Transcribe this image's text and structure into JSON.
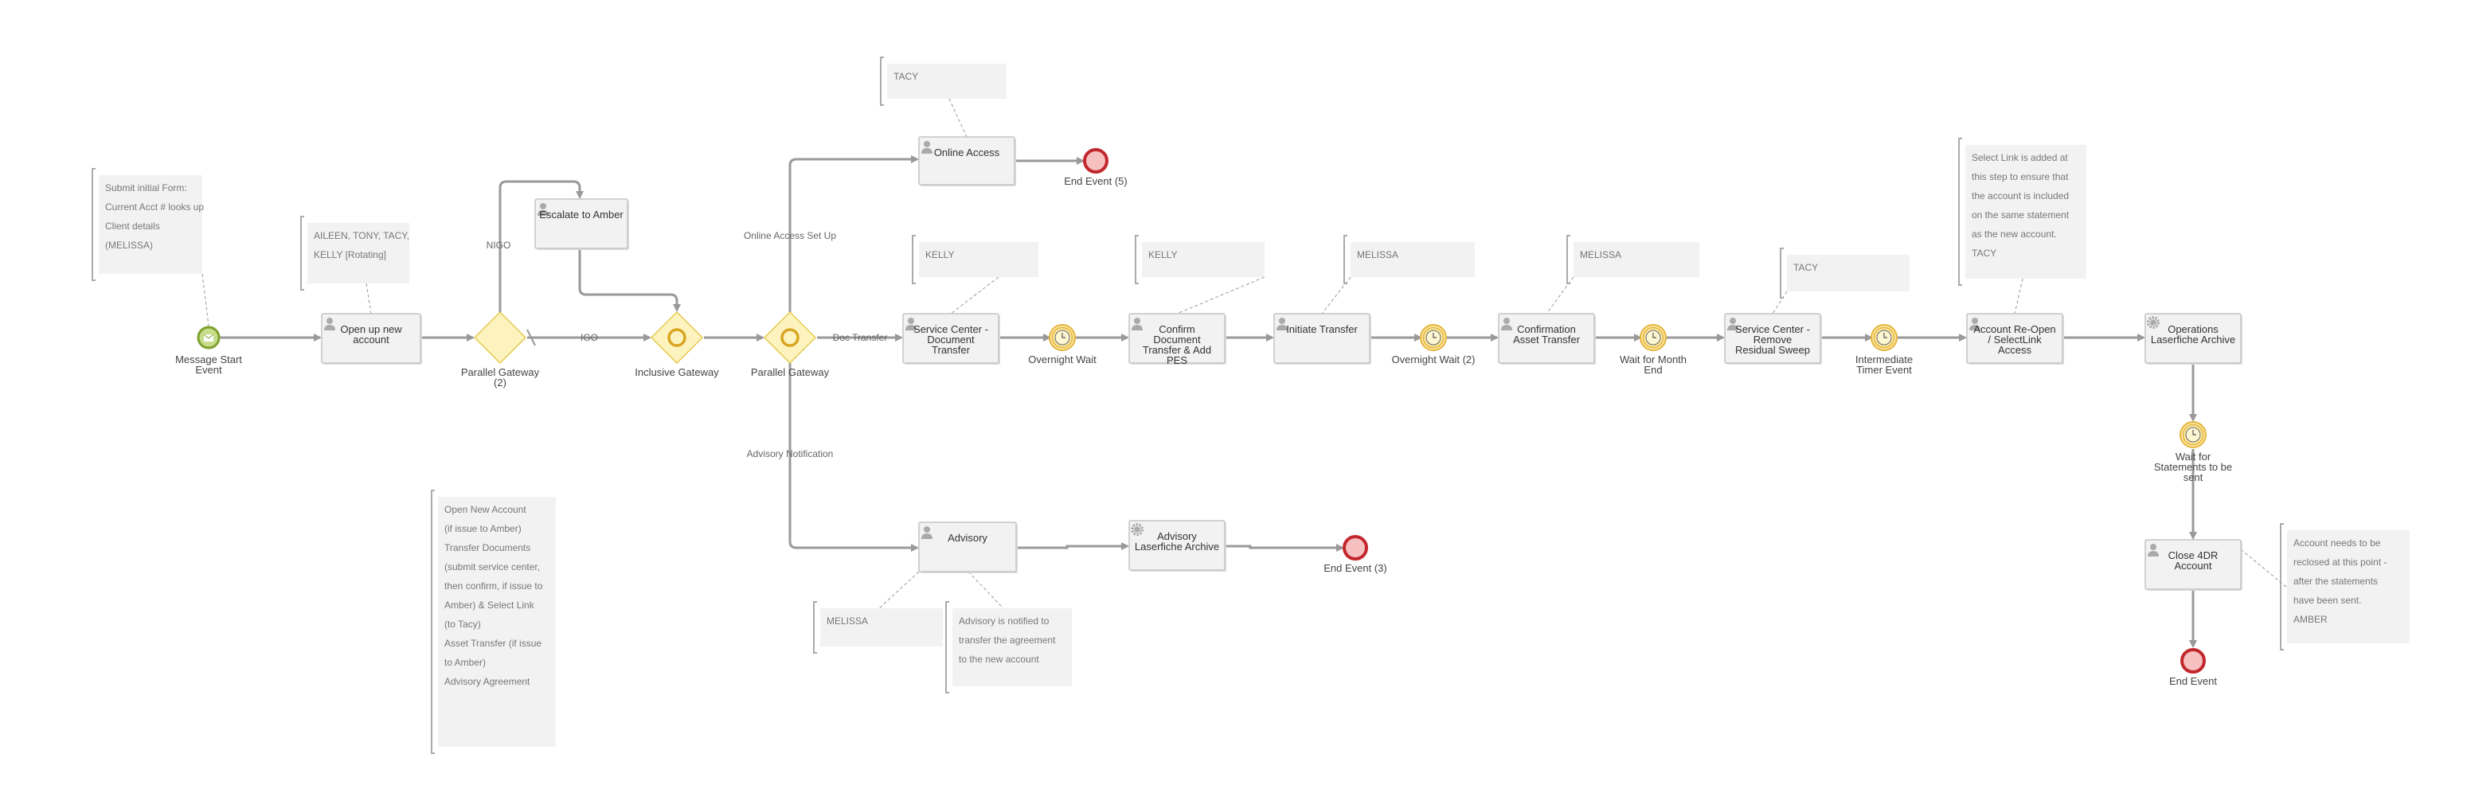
{
  "colors": {
    "flow": "#999999",
    "task_fill": "#f2f2f2",
    "gateway_fill": "#fdf3bf",
    "gateway_stroke": "#e5c94c",
    "end_fill": "#f6c0c0",
    "end_stroke": "#c1272d",
    "start_fill": "#c6dd8a",
    "start_stroke": "#7ea12d",
    "timer_stroke": "#e6b43c"
  },
  "events": [
    {
      "id": "start",
      "type": "message-start",
      "label": [
        "Message Start",
        "Event"
      ]
    },
    {
      "id": "end5",
      "type": "end",
      "label": [
        "End Event (5)"
      ]
    },
    {
      "id": "end3",
      "type": "end",
      "label": [
        "End Event (3)"
      ]
    },
    {
      "id": "endMain",
      "type": "end",
      "label": [
        "End Event"
      ]
    },
    {
      "id": "t1",
      "type": "timer",
      "label": [
        "Overnight Wait"
      ]
    },
    {
      "id": "t2",
      "type": "timer",
      "label": [
        "Overnight Wait (2)"
      ]
    },
    {
      "id": "t3",
      "type": "timer",
      "label": [
        "Wait for Month",
        "End"
      ]
    },
    {
      "id": "t4",
      "type": "timer",
      "label": [
        "Intermediate",
        "Timer Event"
      ]
    },
    {
      "id": "t5",
      "type": "timer",
      "label": [
        "Wait for",
        "Statements to be",
        "sent"
      ]
    }
  ],
  "gateways": [
    {
      "id": "pg2",
      "type": "parallel",
      "label": [
        "Parallel Gateway",
        "(2)"
      ]
    },
    {
      "id": "ig",
      "type": "inclusive",
      "label": [
        "Inclusive Gateway"
      ]
    },
    {
      "id": "pg",
      "type": "inclusive",
      "label": [
        "Parallel Gateway"
      ]
    }
  ],
  "tasks": [
    {
      "id": "open",
      "type": "user",
      "label": [
        "Open up new",
        "account"
      ]
    },
    {
      "id": "esc",
      "type": "user",
      "label": [
        "Escalate to Amber"
      ]
    },
    {
      "id": "online",
      "type": "user",
      "label": [
        "Online Access"
      ]
    },
    {
      "id": "sc1",
      "type": "user",
      "label": [
        "Service Center -",
        "Document",
        "Transfer"
      ]
    },
    {
      "id": "confirm",
      "type": "user",
      "label": [
        "Confirm",
        "Document",
        "Transfer & Add",
        "PES"
      ]
    },
    {
      "id": "initiate",
      "type": "user",
      "label": [
        "Initiate Transfer"
      ]
    },
    {
      "id": "confAsset",
      "type": "user",
      "label": [
        "Confirmation",
        "Asset Transfer"
      ]
    },
    {
      "id": "sc2",
      "type": "user",
      "label": [
        "Service  Center -",
        "Remove",
        "Residual Sweep"
      ]
    },
    {
      "id": "reopen",
      "type": "user",
      "label": [
        "Account Re-Open",
        "/ SelectLink",
        "Access"
      ]
    },
    {
      "id": "ops",
      "type": "service",
      "label": [
        "Operations",
        "Laserfiche Archive"
      ]
    },
    {
      "id": "close",
      "type": "user",
      "label": [
        "Close 4DR",
        "Account"
      ]
    },
    {
      "id": "advisory",
      "type": "user",
      "label": [
        "Advisory"
      ]
    },
    {
      "id": "advArch",
      "type": "service",
      "label": [
        "Advisory",
        "Laserfiche Archive"
      ]
    }
  ],
  "notes": [
    {
      "id": "n1",
      "lines": [
        "Submit initial Form:",
        "Current Acct # looks up",
        "Client details",
        "(MELISSA)"
      ]
    },
    {
      "id": "n2",
      "lines": [
        "AILEEN, TONY, TACY,",
        "KELLY [Rotating]"
      ]
    },
    {
      "id": "n3",
      "lines": [
        "TACY"
      ]
    },
    {
      "id": "n4",
      "lines": [
        "KELLY"
      ]
    },
    {
      "id": "n5",
      "lines": [
        "KELLY"
      ]
    },
    {
      "id": "n6",
      "lines": [
        "MELISSA"
      ]
    },
    {
      "id": "n7",
      "lines": [
        "MELISSA"
      ]
    },
    {
      "id": "n8",
      "lines": [
        "TACY"
      ]
    },
    {
      "id": "n9",
      "lines": [
        "Select Link is added at",
        "this step to ensure that",
        "the account is included",
        "on the same statement",
        "as the new account.",
        "TACY"
      ]
    },
    {
      "id": "n10",
      "lines": [
        "Account needs to be",
        "reclosed at this point -",
        "after the statements",
        "have been sent.",
        "AMBER"
      ]
    },
    {
      "id": "n11",
      "lines": [
        "MELISSA"
      ]
    },
    {
      "id": "n12",
      "lines": [
        "Advisory is notified to",
        "transfer the agreement",
        "to the new account"
      ]
    },
    {
      "id": "n13",
      "lines": [
        "Open New Account",
        "(if issue to Amber)",
        "Transfer Documents",
        "(submit service center,",
        "then confirm, if issue to",
        "Amber) & Select Link",
        "(to Tacy)",
        "Asset Transfer (if issue",
        "to Amber)",
        "Advisory Agreement"
      ]
    }
  ],
  "flow_labels": [
    {
      "id": "nigo",
      "text": "NIGO"
    },
    {
      "id": "igo",
      "text": "IGO"
    },
    {
      "id": "oasu",
      "text": "Online Access Set Up"
    },
    {
      "id": "doc",
      "text": "Doc Transfer"
    },
    {
      "id": "advn",
      "text": "Advisory Notification"
    }
  ]
}
